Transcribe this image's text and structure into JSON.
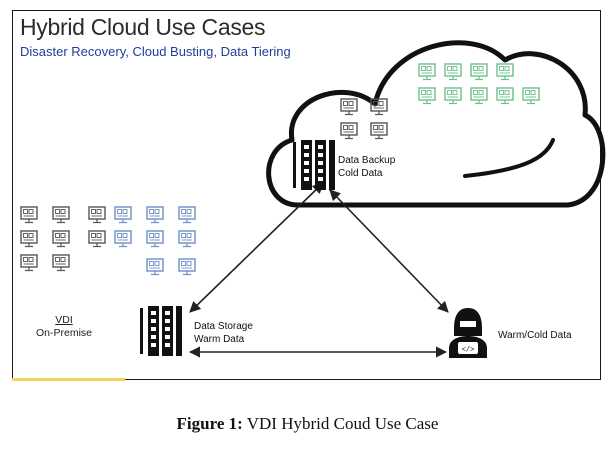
{
  "diagram": {
    "title": "Hybrid Cloud Use Cases",
    "subtitle": "Disaster Recovery, Cloud Busting, Data Tiering",
    "cloud_node": {
      "line1": "Data Backup",
      "line2": "Cold Data"
    },
    "onprem_node": {
      "line1": "Data Storage",
      "line2": "Warm Data"
    },
    "user_node": {
      "label": "Warm/Cold Data",
      "code_glyph": "</>"
    },
    "vdi_label": {
      "line1": "VDI",
      "line2": "On-Premise"
    },
    "icons": {
      "monitor": "monitor-user-icon",
      "server": "server-rack-icon",
      "user": "hacker-user-icon"
    },
    "colors": {
      "green_monitor": "#6cc08a",
      "blue_monitor": "#6c8fc6",
      "gray_monitor": "#555555"
    }
  },
  "caption": {
    "prefix": "Figure 1:",
    "text": " VDI Hybrid Coud Use Case"
  }
}
